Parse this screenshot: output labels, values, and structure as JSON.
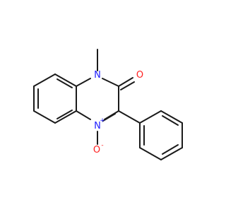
{
  "molecule": {
    "atoms": {
      "n1": {
        "symbol": "N",
        "color": "#2020ff"
      },
      "o_carbonyl": {
        "symbol": "O",
        "color": "#ff1f1f"
      },
      "n4": {
        "symbol": "N",
        "charge": "+",
        "color": "#2020ff"
      },
      "o_oxide": {
        "symbol": "O",
        "charge": "-",
        "color": "#ff1f1f"
      }
    },
    "bond_color": "#1a1a1a"
  }
}
